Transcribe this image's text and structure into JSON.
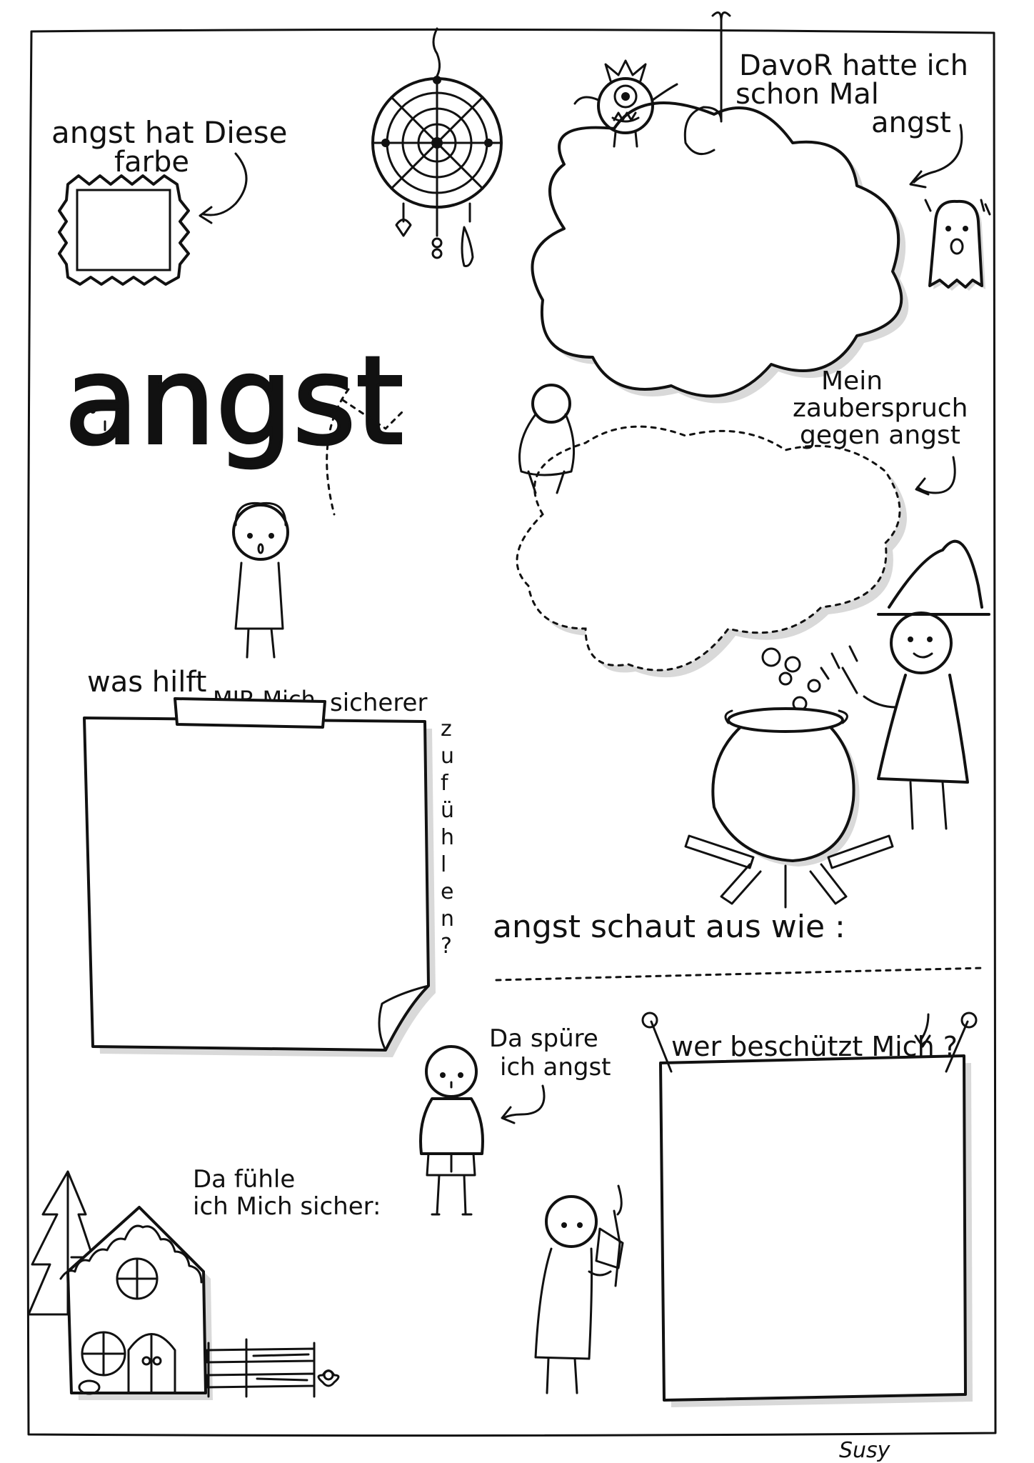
{
  "sections": {
    "color_prompt": [
      "angst hat Diese",
      "farbe"
    ],
    "past_fear_prompt": [
      "DavoR hatte ich",
      "schon Mal",
      "angst"
    ],
    "spell_prompt": [
      "Mein",
      "zauberspruch",
      "gegen angst"
    ],
    "big_word": "angst",
    "help_prompt_parts": [
      "was hilft",
      "MIR Mich",
      "sicherer"
    ],
    "help_prompt_vertical": [
      "z",
      "u",
      "f",
      "ü",
      "h",
      "l",
      "e",
      "n",
      "?"
    ],
    "looks_like_prompt": "angst schaut aus wie :",
    "feel_fear_prompt": [
      "Da spüre",
      "ich angst"
    ],
    "protector_prompt": "wer beschützt Mich ?",
    "safe_place_prompt": [
      "Da fühle",
      "ich Mich sicher:"
    ]
  },
  "signature": "Susy"
}
